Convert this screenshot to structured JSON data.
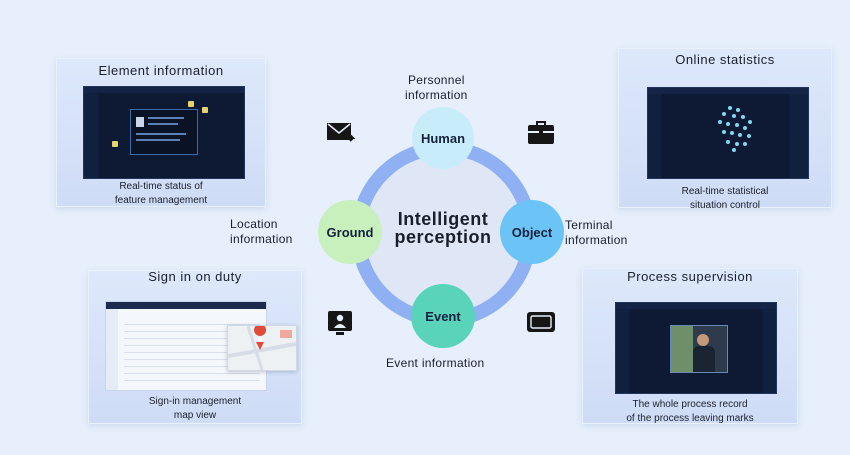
{
  "center": {
    "title_line1": "Intelligent",
    "title_line2": "perception"
  },
  "nodes": {
    "human": "Human",
    "ground": "Ground",
    "object": "Object",
    "event": "Event"
  },
  "labels": {
    "personnel_line1": "Personnel",
    "personnel_line2": "information",
    "location_line1": "Location",
    "location_line2": "information",
    "terminal_line1": "Terminal",
    "terminal_line2": "information",
    "event": "Event information"
  },
  "panels": {
    "element": {
      "title": "Element information",
      "caption_line1": "Real-time status of",
      "caption_line2": "feature management"
    },
    "online": {
      "title": "Online statistics",
      "caption_line1": "Real-time statistical",
      "caption_line2": "situation control"
    },
    "signin": {
      "title": "Sign in on duty",
      "caption_line1": "Sign-in management",
      "caption_line2": "map view"
    },
    "process": {
      "title": "Process supervision",
      "caption_line1": "The whole process record",
      "caption_line2": "of the process leaving marks"
    }
  },
  "icons": {
    "top_left": "mail-send-icon",
    "top_right": "briefcase-icon",
    "bottom_left": "person-monitor-icon",
    "bottom_right": "card-icon"
  },
  "colors": {
    "ring": "#8fb0f3",
    "human": "#c9ecfb",
    "ground": "#c8f0bd",
    "object": "#6cc4f6",
    "event": "#59d3b9"
  }
}
